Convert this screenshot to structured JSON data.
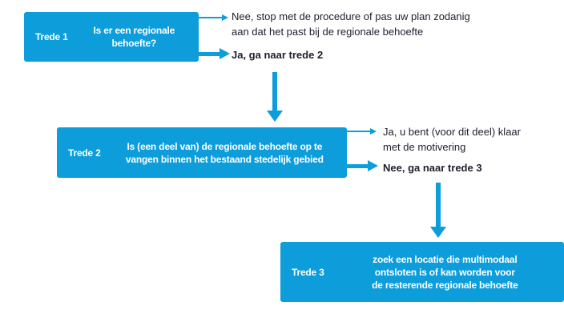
{
  "colors": {
    "primary_blue": "#0d9ddb",
    "text_dark": "#1e1e2f",
    "box_text": "#ffffff",
    "background": "#ffffff"
  },
  "flowchart": {
    "steps": [
      {
        "label": "Trede 1",
        "question": "Is er een regionale\nbehoefte?",
        "branch_no": "Nee, stop met de procedure of pas uw plan zodanig\naan dat het past bij de regionale behoefte",
        "branch_yes": "Ja, ga naar trede 2"
      },
      {
        "label": "Trede 2",
        "question": "Is (een deel van) de regionale behoefte op te\nvangen binnen het bestaand stedelijk gebied",
        "branch_yes": "Ja, u bent (voor dit deel) klaar\nmet de motivering",
        "branch_no": "Nee, ga naar trede 3"
      },
      {
        "label": "Trede 3",
        "question": "zoek een locatie die multimodaal\nontsloten is of kan worden voor\nde resterende regionale behoefte"
      }
    ]
  }
}
